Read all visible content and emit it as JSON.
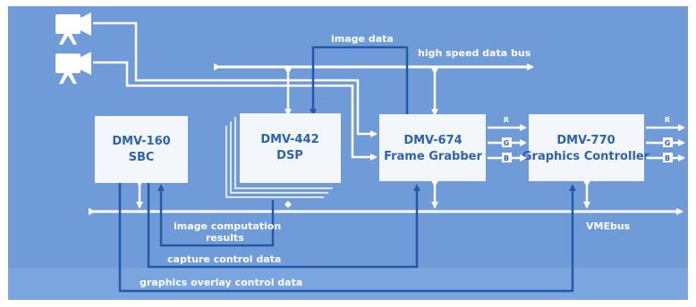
{
  "colors": {
    "panel": "#6f9cd9",
    "panel_light": "#8fb4e5",
    "box_fill": "#f3f7fc",
    "box_text": "#2c62b4",
    "line_white": "#ffffff",
    "line_blue": "#235aa8"
  },
  "icons": {
    "camera": "video-camera-icon"
  },
  "labels": {
    "image_data": "image data",
    "high_speed_bus": "high speed data bus",
    "image_computation": "image computation",
    "results": "results",
    "capture_control": "capture control data",
    "graphics_overlay": "graphics overlay control data",
    "vmebus": "VMEbus"
  },
  "boxes": {
    "sbc": {
      "line1": "DMV-160",
      "line2": "SBC"
    },
    "dsp": {
      "line1": "DMV-442",
      "line2": "DSP"
    },
    "grabber": {
      "line1": "DMV-674",
      "line2": "Frame Grabber"
    },
    "graphics": {
      "line1": "DMV-770",
      "line2": "Graphics Controller"
    }
  },
  "rgb": {
    "r": "R",
    "g": "G",
    "b": "B"
  }
}
